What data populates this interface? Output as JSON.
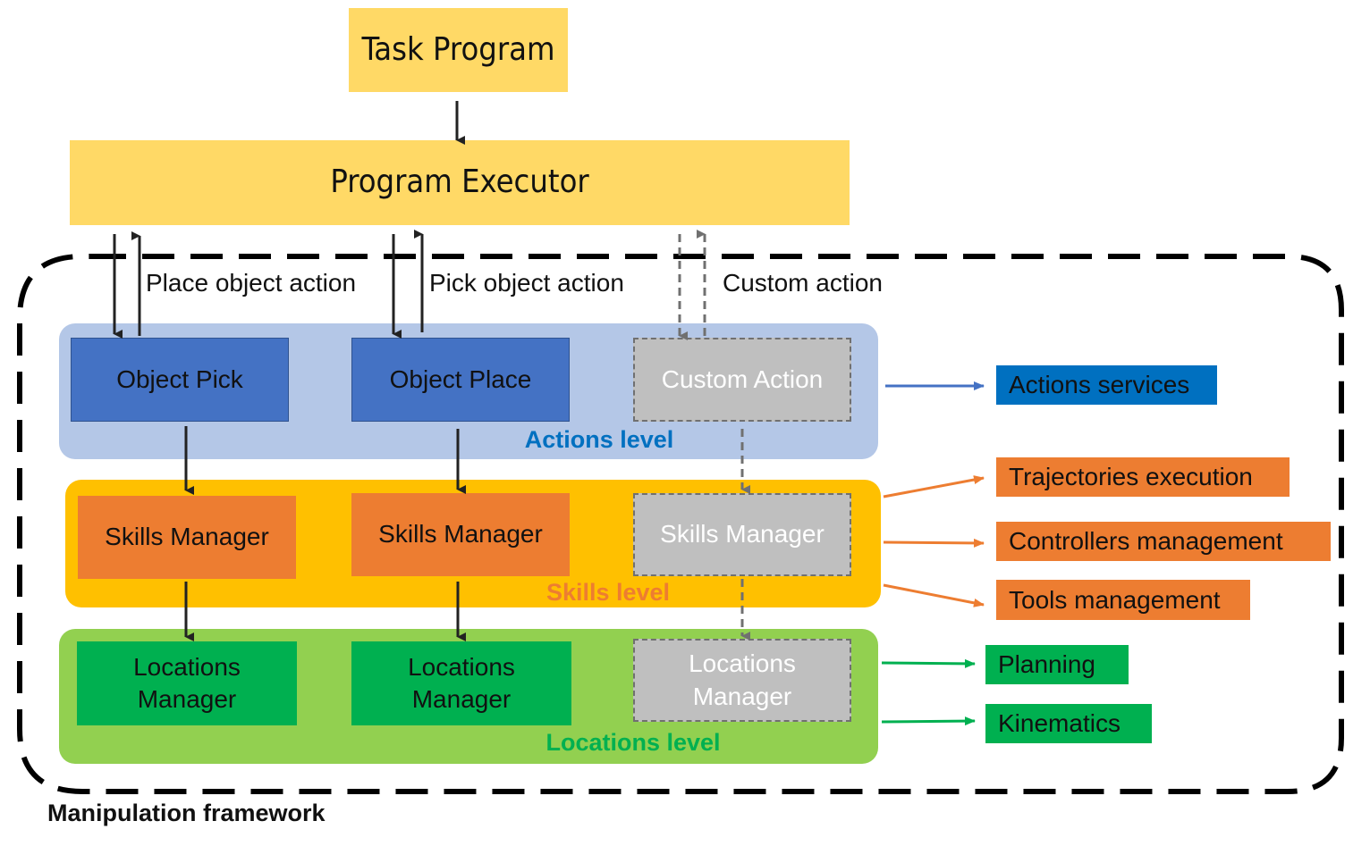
{
  "title_box": {
    "label": "Task Program"
  },
  "executor_box": {
    "label": "Program Executor"
  },
  "edge_labels": {
    "place": "Place object action",
    "pick": "Pick object action",
    "custom": "Custom action"
  },
  "levels": {
    "actions": {
      "label": "Actions level",
      "color": "#b4c7e7",
      "label_color": "#0070c0"
    },
    "skills": {
      "label": "Skills level",
      "color": "#ffc000",
      "label_color": "#ed7d31"
    },
    "locations": {
      "label": "Locations level",
      "color": "#92d050",
      "label_color": "#00b050"
    }
  },
  "components": {
    "object_pick": "Object Pick",
    "object_place": "Object Place",
    "custom_action": "Custom Action",
    "skills_1": "Skills Manager",
    "skills_2": "Skills Manager",
    "skills_3": "Skills Manager",
    "locations_1": "Locations Manager",
    "locations_2": "Locations Manager",
    "locations_3": "Locations Manager"
  },
  "services": {
    "actions_services": "Actions services",
    "trajectories": "Trajectories execution",
    "controllers": "Controllers management",
    "tools": "Tools management",
    "planning": "Planning",
    "kinematics": "Kinematics"
  },
  "framework_label": "Manipulation framework",
  "colors": {
    "yellow": "#ffd966",
    "blue_box": "#4472c4",
    "orange_box": "#ed7d31",
    "green_box": "#00b050",
    "gray_box": "#bfbfbf",
    "services_blue": "#0070c0"
  }
}
